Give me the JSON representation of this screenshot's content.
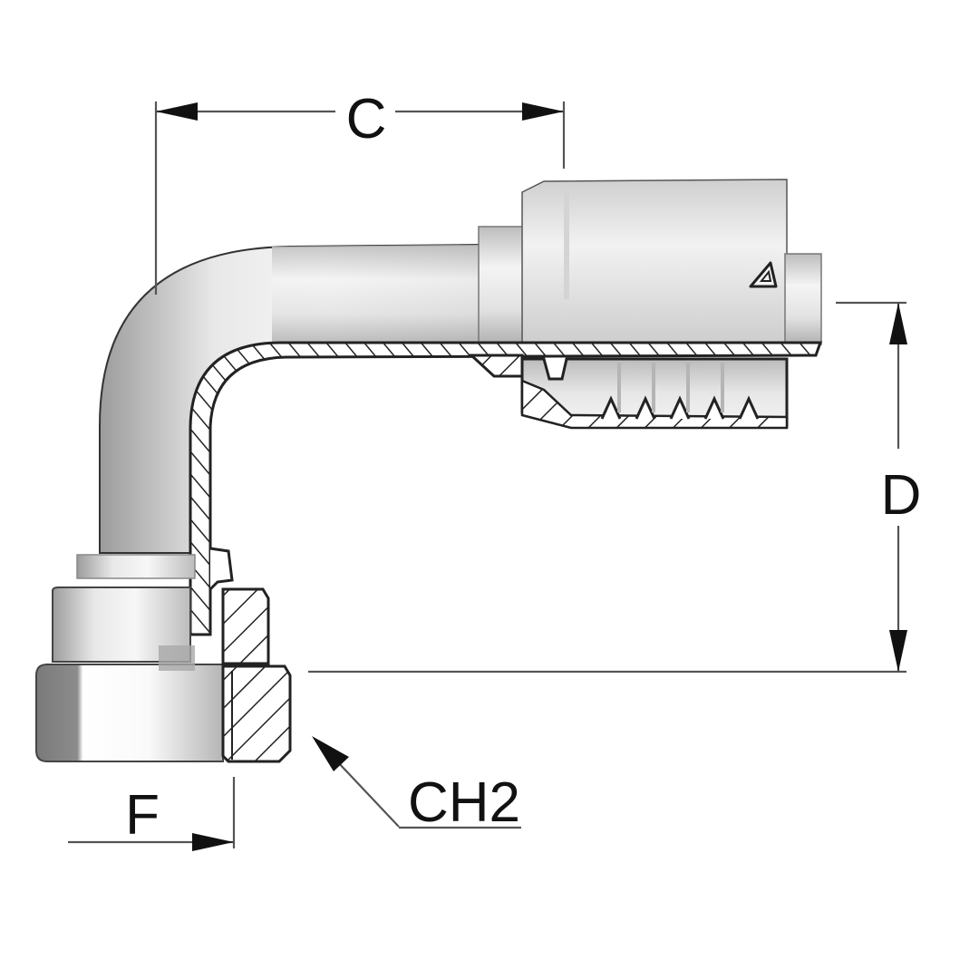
{
  "diagram": {
    "subject": "90° elbow hose fitting with female swivel nut (cross-section)",
    "dimensions": {
      "C": {
        "label": "C",
        "orientation": "horizontal"
      },
      "D": {
        "label": "D",
        "orientation": "vertical"
      },
      "F": {
        "label": "F",
        "orientation": "horizontal"
      },
      "CH2": {
        "label": "CH2",
        "type": "leader",
        "refers_to": "hex nut wrench size"
      }
    },
    "colors": {
      "background": "#ffffff",
      "line": "#222222",
      "body_light": "#f2f2f2",
      "body_mid": "#c8c8c8",
      "body_dark": "#8a8a8a"
    }
  }
}
